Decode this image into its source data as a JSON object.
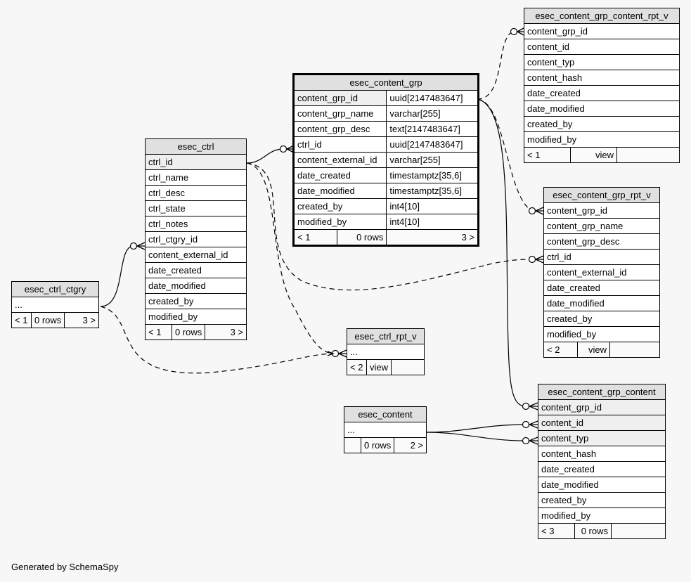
{
  "footer": "Generated by SchemaSpy",
  "tables": {
    "esec_content_grp": {
      "name": "esec_content_grp",
      "columns": [
        {
          "name": "content_grp_id",
          "type": "uuid[2147483647]",
          "key": true
        },
        {
          "name": "content_grp_name",
          "type": "varchar[255]"
        },
        {
          "name": "content_grp_desc",
          "type": "text[2147483647]"
        },
        {
          "name": "ctrl_id",
          "type": "uuid[2147483647]"
        },
        {
          "name": "content_external_id",
          "type": "varchar[255]"
        },
        {
          "name": "date_created",
          "type": "timestamptz[35,6]"
        },
        {
          "name": "date_modified",
          "type": "timestamptz[35,6]"
        },
        {
          "name": "created_by",
          "type": "int4[10]"
        },
        {
          "name": "modified_by",
          "type": "int4[10]"
        }
      ],
      "footer": {
        "parents": "< 1",
        "rows": "0 rows",
        "children": "3 >"
      }
    },
    "esec_content_grp_content_rpt_v": {
      "name": "esec_content_grp_content_rpt_v",
      "columns": [
        "content_grp_id",
        "content_id",
        "content_typ",
        "content_hash",
        "date_created",
        "date_modified",
        "created_by",
        "modified_by"
      ],
      "footer": {
        "parents": "< 1",
        "rows": "view",
        "children": ""
      }
    },
    "esec_content_grp_rpt_v": {
      "name": "esec_content_grp_rpt_v",
      "columns": [
        "content_grp_id",
        "content_grp_name",
        "content_grp_desc",
        "ctrl_id",
        "content_external_id",
        "date_created",
        "date_modified",
        "created_by",
        "modified_by"
      ],
      "footer": {
        "parents": "< 2",
        "rows": "view",
        "children": ""
      }
    },
    "esec_ctrl": {
      "name": "esec_ctrl",
      "columns": [
        "ctrl_id",
        "ctrl_name",
        "ctrl_desc",
        "ctrl_state",
        "ctrl_notes",
        "ctrl_ctgry_id",
        "content_external_id",
        "date_created",
        "date_modified",
        "created_by",
        "modified_by"
      ],
      "footer": {
        "parents": "< 1",
        "rows": "0 rows",
        "children": "3 >"
      }
    },
    "esec_ctrl_ctgry": {
      "name": "esec_ctrl_ctgry",
      "columns": [
        "..."
      ],
      "footer": {
        "parents": "< 1",
        "rows": "0 rows",
        "children": "3 >"
      }
    },
    "esec_ctrl_rpt_v": {
      "name": "esec_ctrl_rpt_v",
      "columns": [
        "..."
      ],
      "footer": {
        "parents": "< 2",
        "rows": "view",
        "children": ""
      }
    },
    "esec_content": {
      "name": "esec_content",
      "columns": [
        "..."
      ],
      "footer": {
        "parents": "",
        "rows": "0 rows",
        "children": "2 >"
      }
    },
    "esec_content_grp_content": {
      "name": "esec_content_grp_content",
      "columns": [
        "content_grp_id",
        "content_id",
        "content_typ",
        "content_hash",
        "date_created",
        "date_modified",
        "created_by",
        "modified_by"
      ],
      "footer": {
        "parents": "< 3",
        "rows": "0 rows",
        "children": ""
      }
    }
  }
}
